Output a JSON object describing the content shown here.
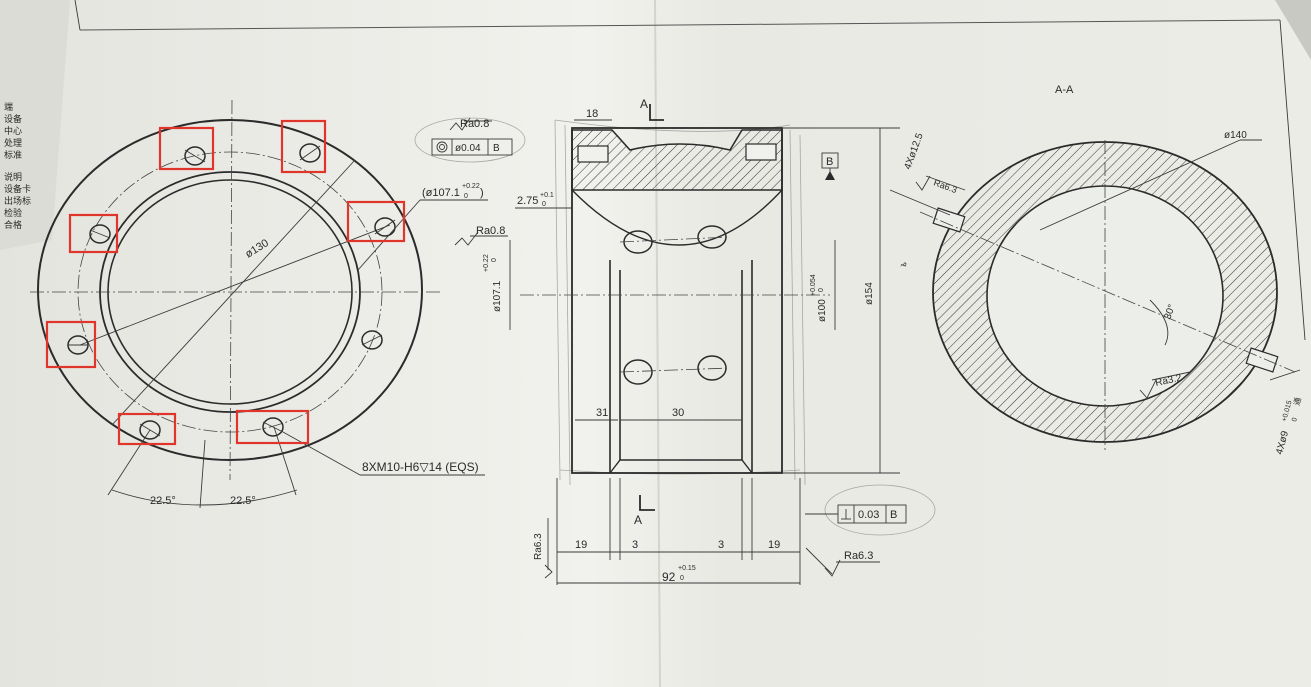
{
  "view_label": "A-A",
  "section_marker": "A",
  "datum_letter": "B",
  "colors": {
    "paper": "#eeeeea",
    "ink": "#2b2b2b",
    "highlight": "#e0352b"
  },
  "left_view": {
    "dim_pcd": "ø130",
    "dim_bore": "(ø107.1",
    "dim_bore_tol_upper": "+0.22",
    "dim_bore_tol_lower": "0",
    "dim_bore_close": ")",
    "roughness": "Ra0.8",
    "thread_callout": "8XM10-H6▽14 (EQS)",
    "angle_left": "22.5°",
    "angle_right": "22.5°"
  },
  "middle_view": {
    "dim_top_flange": "18",
    "roughness_top": "Ra0.8",
    "concentricity_tol": "ø0.04",
    "dim_groove": "2.75",
    "dim_groove_tol_upper": "+0.1",
    "dim_groove_tol_lower": "0",
    "dim_bore_vertical": "ø107.1",
    "dim_bore_vertical_tol_upper": "+0.22",
    "dim_bore_vertical_tol_lower": "0",
    "dim_inner": "ø100",
    "dim_inner_tol_upper": "+0.054",
    "dim_inner_tol_lower": "0",
    "dim_outer": "ø154",
    "dim_31": "31",
    "dim_30": "30",
    "dim_19_left": "19",
    "dim_3_left": "3",
    "dim_3_right": "3",
    "dim_19_right": "19",
    "dim_total": "92",
    "dim_total_tol_upper": "+0.15",
    "dim_total_tol_lower": "0",
    "roughness_left": "Ra6.3",
    "roughness_bottom": "Ra6.3",
    "perpendicularity_tol": "0.03"
  },
  "right_view": {
    "dim_outer": "ø140",
    "hole_callout_top": "4Xø12.5",
    "roughness_top": "Ra6.3",
    "dim_small": "ъ",
    "angle": "30°",
    "roughness_bottom": "Ra3.2",
    "hole_callout_bottom": "4Xø9",
    "hole_callout_bottom_tol": "+0.015",
    "hole_callout_bottom_tol_lower": "0",
    "hole_callout_bottom_suffix": "通"
  },
  "margin_notes": [
    "端",
    "设备",
    "中心",
    "处理",
    "标准",
    "说明",
    "设备卡",
    "出场标",
    "检验",
    "合格"
  ]
}
